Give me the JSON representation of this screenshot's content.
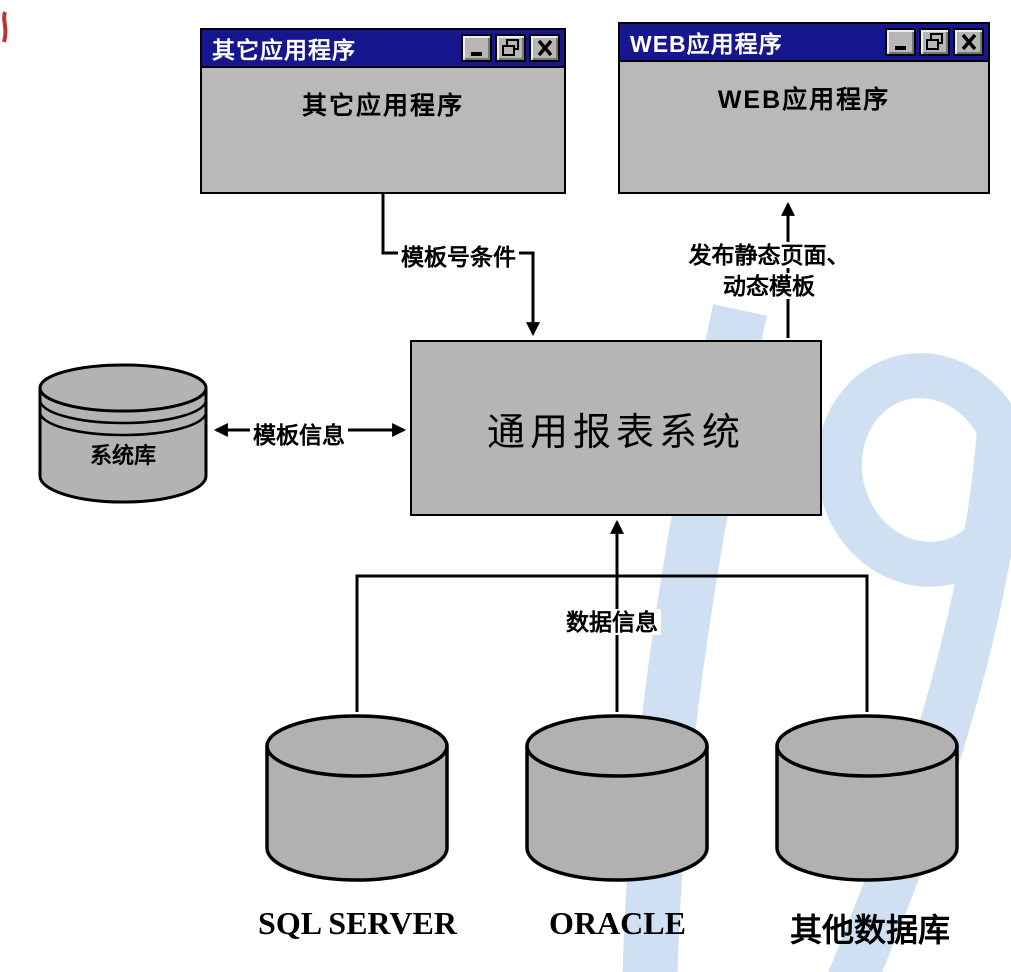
{
  "diagram": {
    "windows": [
      {
        "title": "其它应用程序",
        "body": "其它应用程序"
      },
      {
        "title": "WEB应用程序",
        "body": "WEB应用程序"
      }
    ],
    "center_box": {
      "label": "通用报表系统"
    },
    "system_db": {
      "label": "系统库"
    },
    "databases": [
      {
        "label": "SQL SERVER"
      },
      {
        "label": "ORACLE"
      },
      {
        "label": "其他数据库"
      }
    ],
    "edge_labels": {
      "template_condition": "模板号条件",
      "publish_line1": "发布静态页面、",
      "publish_line2": "动态模板",
      "template_info": "模板信息",
      "data_info": "数据信息"
    },
    "icons": {
      "minimize": "_",
      "restore": "❐",
      "close": "✕"
    },
    "colors": {
      "titlebar": "#16168f",
      "window_body": "#b9b9b9",
      "box_fill": "#b5b5b5",
      "line": "#000000",
      "watermark": "#cfe0f2"
    }
  }
}
